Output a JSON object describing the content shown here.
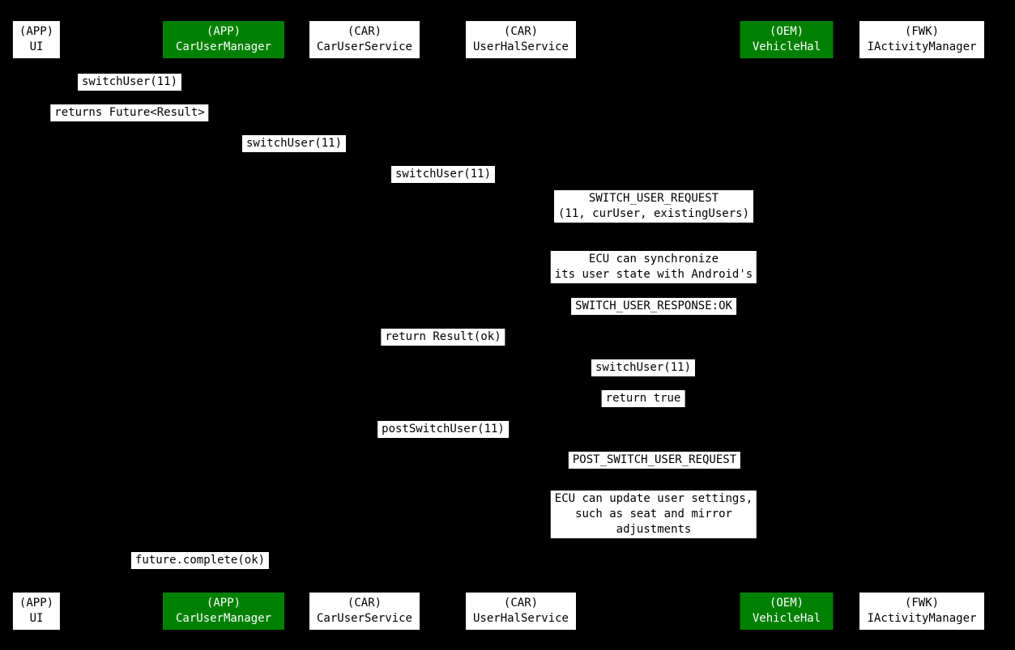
{
  "diagram": {
    "title": "switchUser sequence diagram",
    "colors": {
      "background": "#000000",
      "participant_green": "#008000",
      "label_bg": "#ffffff",
      "label_text": "#000000"
    },
    "participants": [
      {
        "id": "ui",
        "label": "(APP)\nUI",
        "color": "white"
      },
      {
        "id": "car-user-manager",
        "label": "(APP)\nCarUserManager",
        "color": "green"
      },
      {
        "id": "car-user-service",
        "label": "(CAR)\nCarUserService",
        "color": "white"
      },
      {
        "id": "user-hal-service",
        "label": "(CAR)\nUserHalService",
        "color": "white"
      },
      {
        "id": "vehicle-hal",
        "label": "(OEM)\nVehicleHal",
        "color": "green"
      },
      {
        "id": "i-activity-manager",
        "label": "(FWK)\nIActivityManager",
        "color": "white"
      }
    ],
    "messages": [
      {
        "id": "msg-1",
        "text": "switchUser(11)"
      },
      {
        "id": "msg-2",
        "text": "returns Future<Result>"
      },
      {
        "id": "msg-3",
        "text": "switchUser(11)"
      },
      {
        "id": "msg-4",
        "text": "switchUser(11)"
      },
      {
        "id": "msg-5",
        "text": "SWITCH_USER_REQUEST\n(11, curUser, existingUsers)"
      },
      {
        "id": "note-1",
        "text": "ECU can synchronize\nits user state with Android's"
      },
      {
        "id": "msg-6",
        "text": "SWITCH_USER_RESPONSE:OK"
      },
      {
        "id": "msg-7",
        "text": "return Result(ok)"
      },
      {
        "id": "msg-8",
        "text": "switchUser(11)"
      },
      {
        "id": "msg-9",
        "text": "return true"
      },
      {
        "id": "msg-10",
        "text": "postSwitchUser(11)"
      },
      {
        "id": "msg-11",
        "text": "POST_SWITCH_USER_REQUEST"
      },
      {
        "id": "note-2",
        "text": "ECU can update user settings,\nsuch as seat and mirror\nadjustments"
      },
      {
        "id": "msg-12",
        "text": "future.complete(ok)"
      }
    ]
  }
}
